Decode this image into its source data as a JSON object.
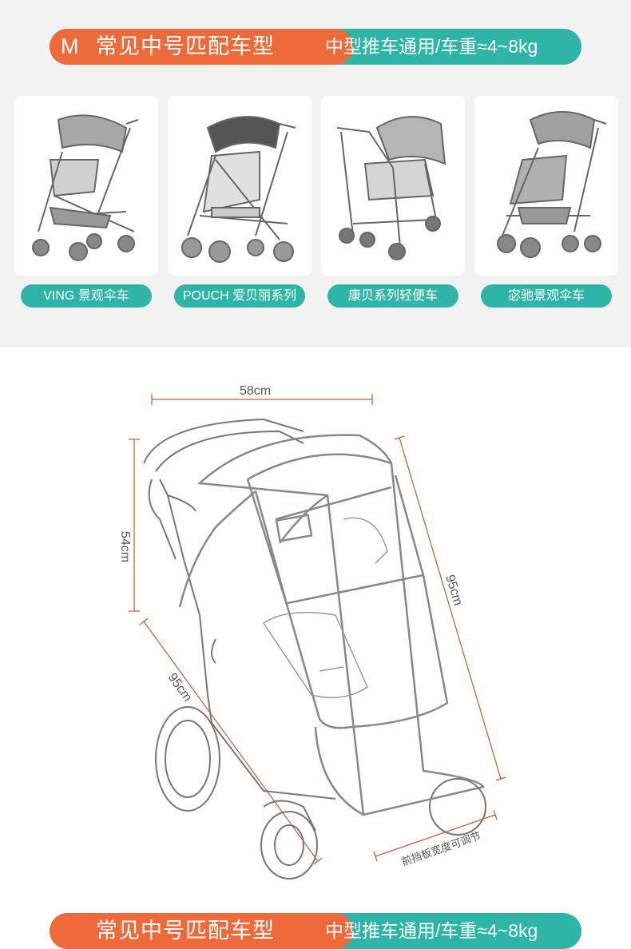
{
  "header": {
    "size_letter": "M",
    "title": "常见中号匹配车型",
    "subtitle": "中型推车通用/车重≈4~8kg",
    "colors": {
      "orange": "#ee6a3a",
      "teal": "#2fb5a8"
    }
  },
  "strollers": [
    {
      "label": "VING 景观伞车",
      "image": "stroller-photo"
    },
    {
      "label": "POUCH 爱贝丽系列",
      "image": "stroller-photo"
    },
    {
      "label": "康贝系列轻便车",
      "image": "stroller-photo"
    },
    {
      "label": "宓驰景观伞车",
      "image": "stroller-photo"
    }
  ],
  "dimensions": {
    "width": "58cm",
    "height": "54cm",
    "length_front": "95cm",
    "length_side": "95cm",
    "front_panel_note": "前挡板宽度可调节"
  },
  "next_header": {
    "title": "常见中号匹配车型",
    "subtitle": "中型推车通用/车重≈4~8kg"
  }
}
